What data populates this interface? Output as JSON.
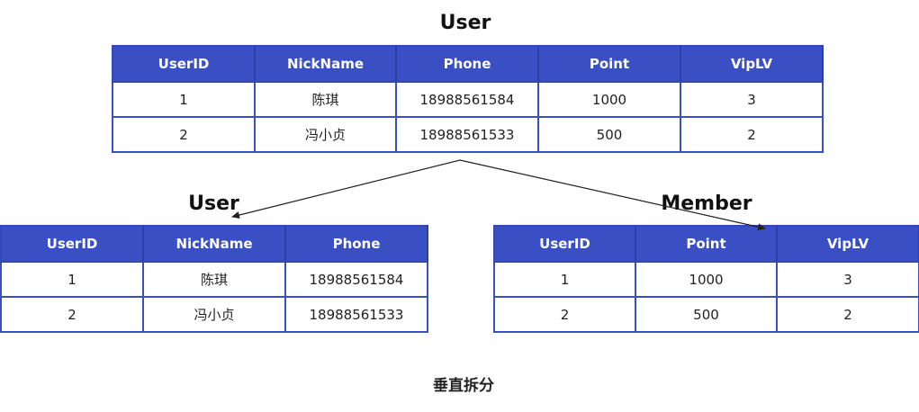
{
  "top_table": {
    "title": "User",
    "headers": [
      "UserID",
      "NickName",
      "Phone",
      "Point",
      "VipLV"
    ],
    "rows": [
      [
        "1",
        "陈琪",
        "18988561584",
        "1000",
        "3"
      ],
      [
        "2",
        "冯小贞",
        "18988561533",
        "500",
        "2"
      ]
    ]
  },
  "left_table": {
    "title": "User",
    "headers": [
      "UserID",
      "NickName",
      "Phone"
    ],
    "rows": [
      [
        "1",
        "陈琪",
        "18988561584"
      ],
      [
        "2",
        "冯小贞",
        "18988561533"
      ]
    ]
  },
  "right_table": {
    "title": "Member",
    "headers": [
      "UserID",
      "Point",
      "VipLV"
    ],
    "rows": [
      [
        "1",
        "1000",
        "3"
      ],
      [
        "2",
        "500",
        "2"
      ]
    ]
  },
  "caption": "垂直拆分",
  "colors": {
    "header_bg": "#3b4fc4",
    "header_text": "#ffffff",
    "border": "#3b4fc4",
    "arrow": "#222222"
  }
}
